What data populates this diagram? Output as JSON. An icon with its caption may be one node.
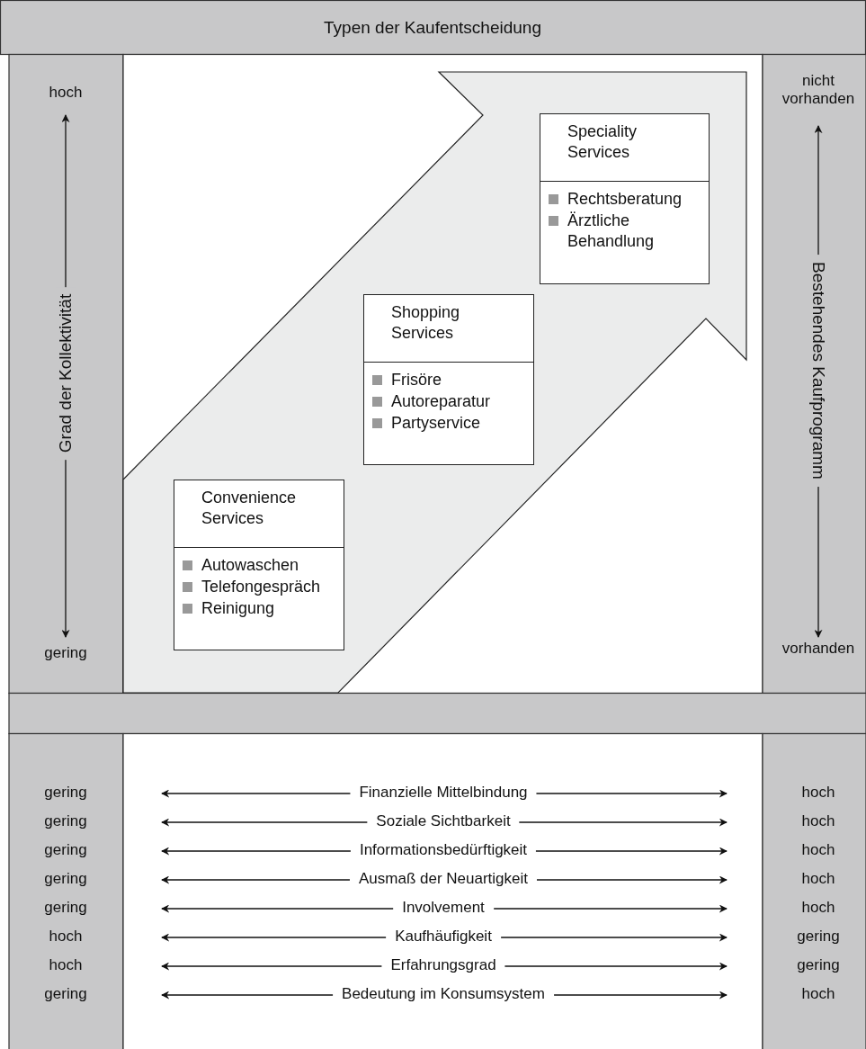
{
  "diagram": {
    "title": "Typen der Kaufentscheidung",
    "nodes": [
      {
        "text": [
          "Speciality Services",
          "Rechtsberatung",
          "Ärztliche Behandlung"
        ]
      },
      {
        "text": [
          "Shopping Services",
          "Frisöre",
          "Autoreparatur",
          "Partyservice"
        ]
      },
      {
        "text": [
          "Convenience Services",
          "Autowaschen",
          "Telefongespräch",
          "Reinigung"
        ]
      }
    ],
    "labels": [
      "hoch",
      "Grad der Kollektivität",
      "gering",
      "nicht vorhanden",
      "Bestehendes Kaufprogramm",
      "vorhanden",
      "gering",
      "Finanzielle Mittelbindung",
      "hoch",
      "gering",
      "Soziale Sichtbarkeit",
      "hoch",
      "gering",
      "Informationsbedürftigkeit",
      "hoch",
      "gering",
      "Ausmaß der Neuartigkeit",
      "hoch",
      "gering",
      "Involvement",
      "hoch",
      "hoch",
      "Kaufhäufigkeit",
      "gering",
      "hoch",
      "Erfahrungsgrad",
      "gering",
      "gering",
      "Bedeutung im Konsumsystem",
      "hoch"
    ]
  }
}
